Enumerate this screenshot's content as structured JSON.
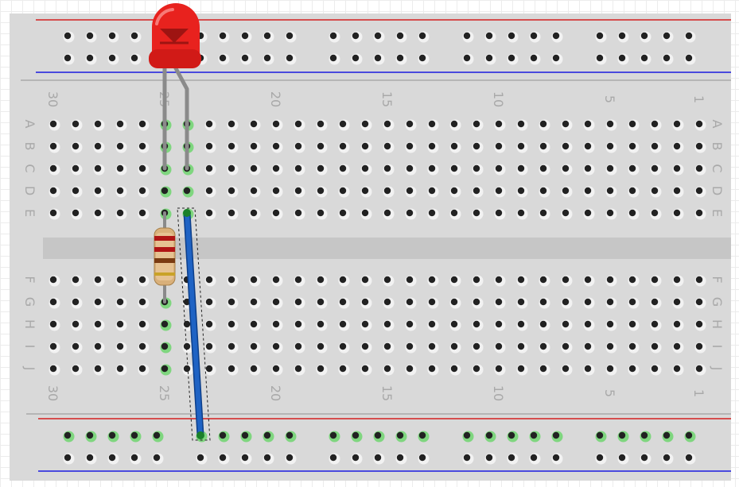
{
  "breadboard": {
    "column_numbers": [
      "30",
      "25",
      "20",
      "15",
      "10",
      "5",
      "1"
    ],
    "row_letters_top": [
      "A",
      "B",
      "C",
      "D",
      "E"
    ],
    "row_letters_bottom": [
      "F",
      "G",
      "H",
      "I",
      "J"
    ],
    "columns": 30,
    "rail_groups": 5,
    "rail_holes_per_group": 5,
    "colors": {
      "board": "#d9d9d9",
      "trench": "#c6c6c6",
      "hole": "#222222",
      "hole_ring": "#f2f2f2",
      "highlight": "#7fd67f",
      "power_rail_line": "#d42020",
      "ground_rail_line": "#1a1ae0",
      "label": "#a9a9a9"
    }
  },
  "components": {
    "led": {
      "color": "#e8221e",
      "label": "red LED"
    },
    "resistor": {
      "body_color": "#d9b07a",
      "bands": [
        "#b01515",
        "#b01515",
        "#7a3b12",
        "#c9a227"
      ]
    },
    "wire": {
      "color": "#1f63c4"
    }
  },
  "highlighted": {
    "led_columns": [
      25,
      24
    ],
    "led_rows": [
      "A",
      "B",
      "C",
      "D"
    ],
    "resistor_top_row": "E",
    "resistor_column": 25,
    "resistor_bottom_rows": [
      "G",
      "H",
      "I",
      "J"
    ],
    "wire_from": "E24",
    "wire_to": "bottom-rail-upper-hole-6"
  }
}
